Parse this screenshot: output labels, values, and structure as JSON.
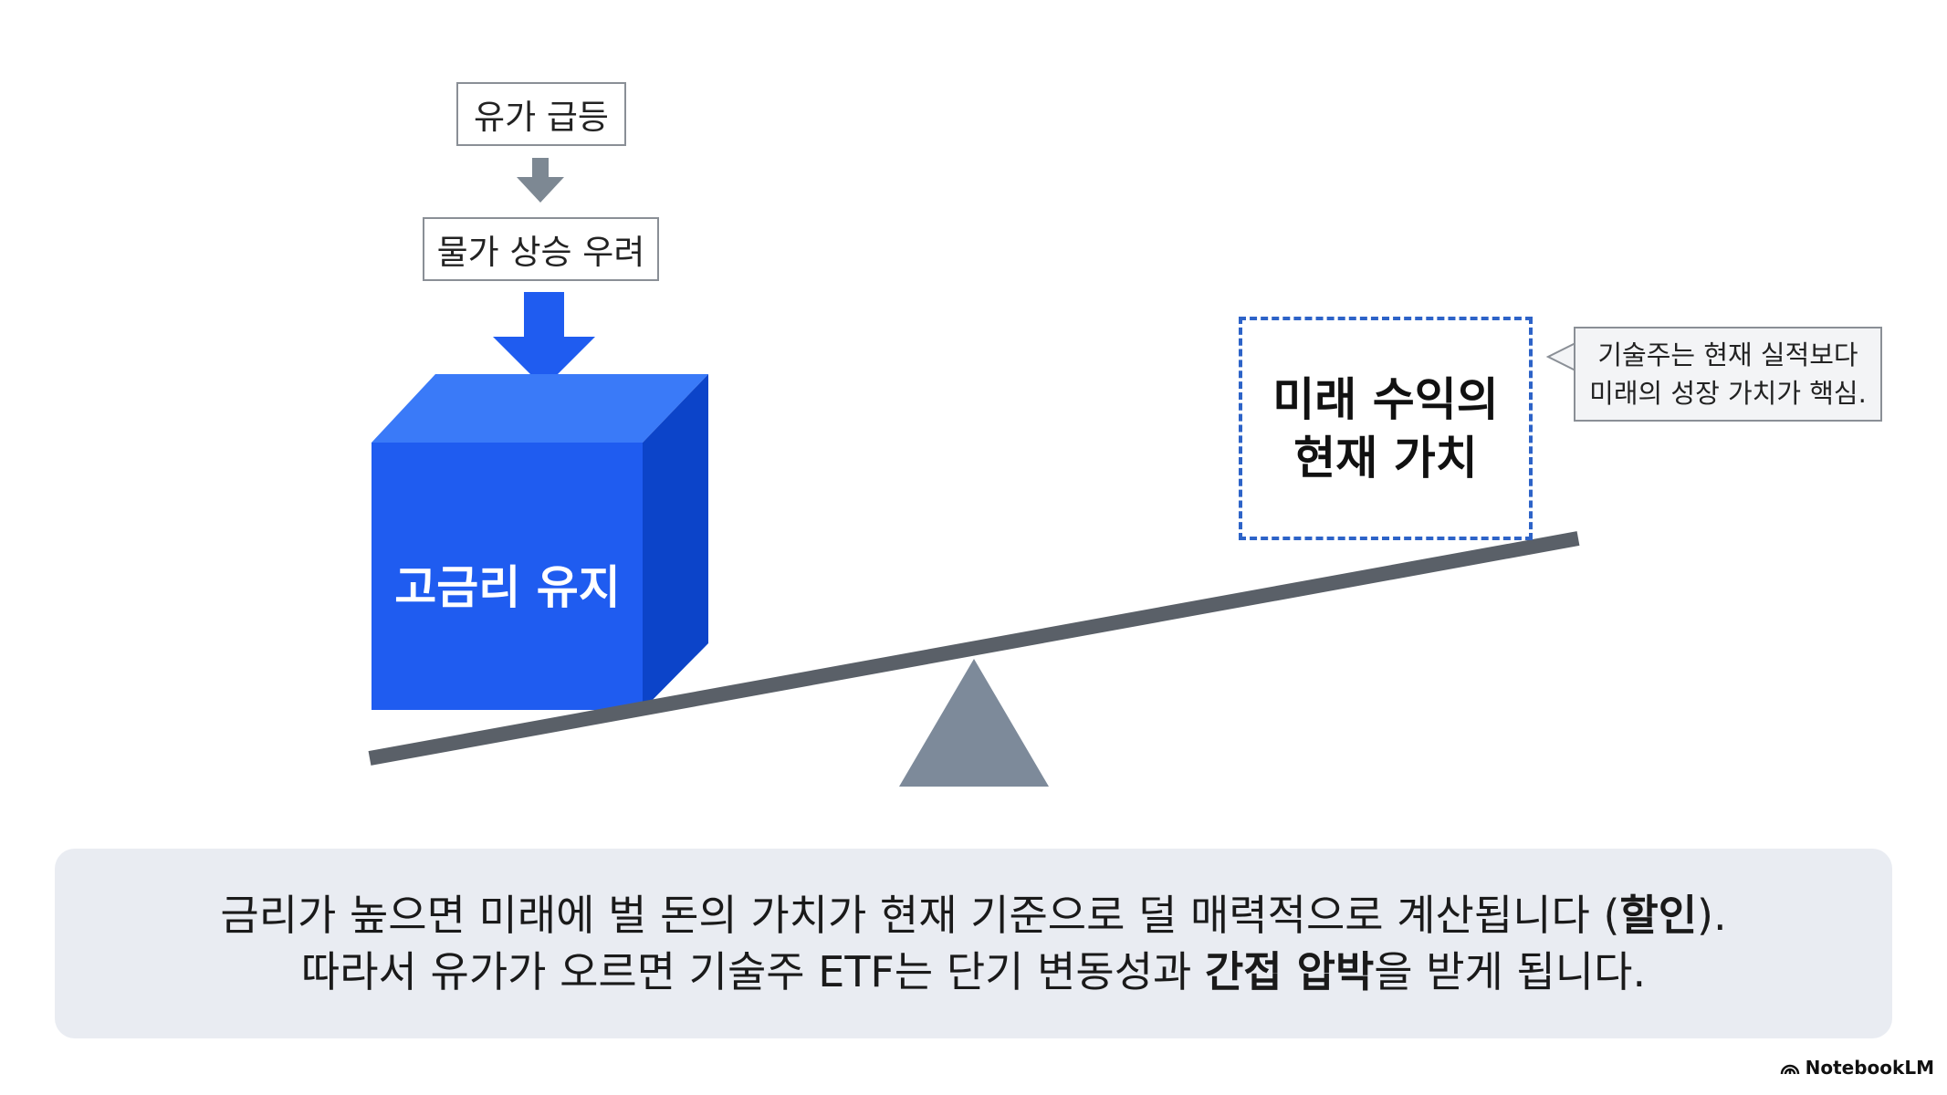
{
  "flow": {
    "oil_label": "유가 급등",
    "inflation_label": "물가 상승 우려"
  },
  "cube": {
    "label": "고금리 유지",
    "color": "#1f5cf0"
  },
  "future_box": {
    "line1": "미래 수익의",
    "line2": "현재 가치"
  },
  "callout": {
    "line1": "기술주는 현재 실적보다",
    "line2": "미래의 성장 가치가 핵심."
  },
  "caption": {
    "line1_pre": "금리가 높으면 미래에 벌 돈의 가치가 현재 기준으로 덜 매력적으로 계산됩니다 (",
    "line1_bold": "할인",
    "line1_post": ").",
    "line2_pre": "따라서 유가가 오르면 기술주 ETF는 단기 변동성과 ",
    "line2_bold": "간접 압박",
    "line2_post": "을 받게 됩니다."
  },
  "brand": {
    "name": "NotebookLM"
  },
  "icons": [
    "arrow-down-icon",
    "big-arrow-down-icon",
    "notebooklm-logo-icon"
  ],
  "colors": {
    "accent_blue": "#1f5cf0",
    "arrow_gray": "#7d8893",
    "beam": "#5a6068",
    "fulcrum": "#7d8a9a",
    "dashed_border": "#2d63c8"
  }
}
